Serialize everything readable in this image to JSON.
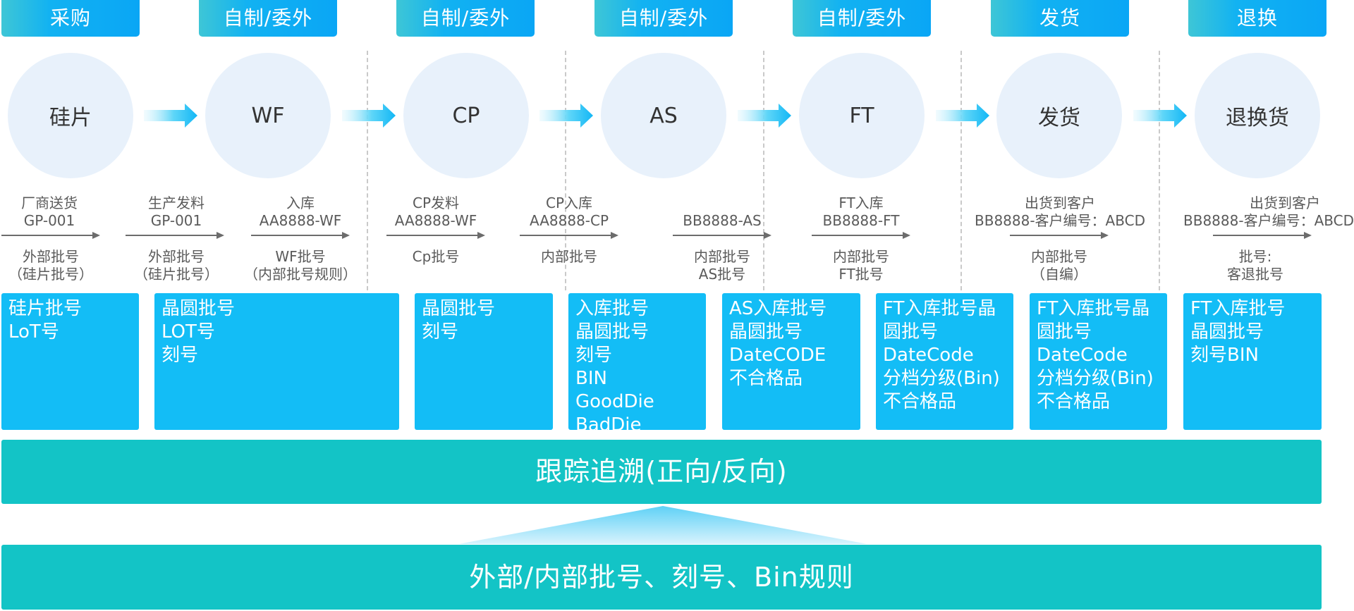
{
  "stage_tabs": [
    "采购",
    "自制/委外",
    "自制/委外",
    "自制/委外",
    "自制/委外",
    "发货",
    "退换"
  ],
  "process_nodes": [
    "硅片",
    "WF",
    "CP",
    "AS",
    "FT",
    "发货",
    "退换货"
  ],
  "annotations": [
    {
      "above": [
        "厂商送货",
        "GP-001"
      ],
      "below": [
        "外部批号",
        "（硅片批号）"
      ]
    },
    {
      "above": [
        "生产发料",
        "GP-001"
      ],
      "below": [
        "外部批号",
        "（硅片批号）"
      ]
    },
    {
      "above": [
        "入库",
        "AA8888-WF"
      ],
      "below": [
        "WF批号",
        "（内部批号规则）"
      ]
    },
    {
      "above": [
        "CP发料",
        "AA8888-WF"
      ],
      "below": [
        "Cp批号"
      ]
    },
    {
      "above": [
        "CP入库",
        "AA8888-CP"
      ],
      "below": [
        "内部批号"
      ]
    },
    {
      "above": [
        "BB8888-AS"
      ],
      "below": [
        "内部批号",
        "AS批号"
      ]
    },
    {
      "above": [
        "FT入库",
        "BB8888-FT"
      ],
      "below": [
        "内部批号",
        "FT批号"
      ]
    },
    {
      "above": [
        "出货到客户",
        "BB8888-客户编号：ABCD"
      ],
      "below": [
        "内部批号",
        "（自编）"
      ]
    },
    {
      "above": [
        "出货到客户",
        "BB8888-客户编号：ABCD"
      ],
      "below": [
        "批号:",
        "客退批号"
      ]
    }
  ],
  "cards": [
    [
      "硅片批号",
      "LoT号"
    ],
    [
      "晶圆批号",
      "LOT号",
      "刻号"
    ],
    [
      "晶圆批号",
      "刻号"
    ],
    [
      "入库批号",
      "晶圆批号",
      "刻号",
      "BIN",
      "GoodDie",
      "BadDie"
    ],
    [
      "AS入库批号",
      "晶圆批号",
      "DateCODE",
      "不合格品"
    ],
    [
      "FT入库批号晶",
      "圆批号",
      "DateCode",
      "分档分级(Bin)",
      "不合格品"
    ],
    [
      "FT入库批号晶",
      "圆批号",
      "DateCode",
      "分档分级(Bin)",
      "不合格品"
    ],
    [
      "FT入库批号",
      "晶圆批号",
      "刻号BIN"
    ]
  ],
  "trace_band": "跟踪追溯(正向/反向)",
  "rules_band": "外部/内部批号、刻号、Bin规则",
  "colors": {
    "tab": "#12b2f2",
    "card": "#13bdf6",
    "band": "#13c4c6",
    "circle": "#e8f1fb"
  }
}
